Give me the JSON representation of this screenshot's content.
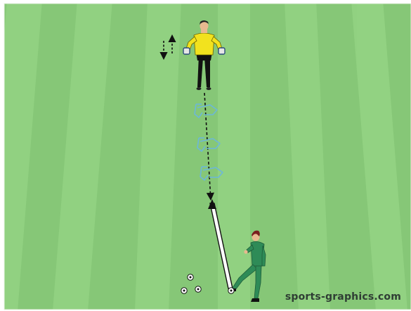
{
  "watermark": "sports-graphics.com",
  "colors": {
    "pitch_light": "#8ccc7c",
    "pitch_dark": "#7ec16f",
    "cone_blue": "#6cb7d9",
    "goalkeeper_shirt": "#f0e020",
    "player_kit": "#2e8b57",
    "arrow": "#111111"
  },
  "icons": [
    "goalkeeper-figure",
    "field-player-figure",
    "soccer-ball-icon",
    "agility-hurdle-icon",
    "movement-arrow-icon"
  ]
}
